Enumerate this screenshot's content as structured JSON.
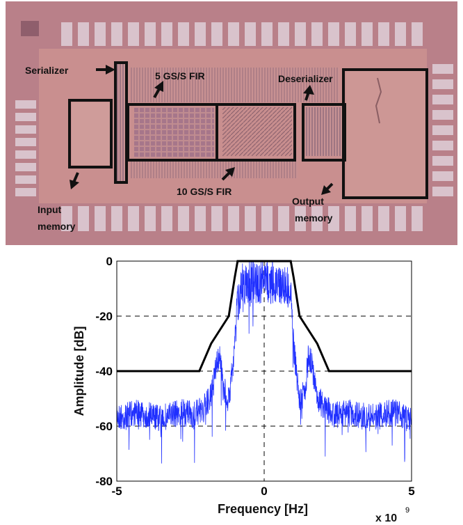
{
  "chip": {
    "labels": {
      "serializer": "Serializer",
      "fir5": "5 GS/S FIR",
      "deserializer": "Deserializer",
      "fir10": "10 GS/S FIR",
      "input_line1": "Input",
      "input_line2": "memory",
      "output_line1": "Output",
      "output_line2": "memory"
    },
    "colors": {
      "die": "#c98f8f",
      "pad_ring": "#b07c84",
      "pad": "#d9c3cc",
      "outline": "#111111"
    }
  },
  "chart_data": {
    "type": "line",
    "title": "",
    "xlabel": "Frequency [Hz]",
    "ylabel": "Amplitude [dB]",
    "x_multiplier": "x 10",
    "x_multiplier_exp": "9",
    "xlim": [
      -5,
      5
    ],
    "ylim": [
      -80,
      0
    ],
    "xticks": [
      -5,
      0,
      5
    ],
    "yticks": [
      0,
      -20,
      -40,
      -60,
      -80
    ],
    "grid": "dashed",
    "series": [
      {
        "role": "spectrum",
        "color": "#1f2fff",
        "x": [
          -5.0,
          -4.8,
          -4.4,
          -4.0,
          -3.6,
          -3.2,
          -2.8,
          -2.4,
          -2.0,
          -1.8,
          -1.6,
          -1.5,
          -1.4,
          -1.2,
          -1.0,
          -0.9,
          -0.8,
          -0.6,
          -0.4,
          -0.2,
          0.0,
          0.2,
          0.4,
          0.6,
          0.8,
          0.9,
          1.0,
          1.2,
          1.4,
          1.5,
          1.6,
          1.8,
          2.0,
          2.4,
          2.8,
          3.2,
          3.6,
          4.0,
          4.4,
          4.8,
          5.0
        ],
        "y": [
          -55,
          -56,
          -54,
          -55,
          -56,
          -55,
          -54,
          -55,
          -52,
          -48,
          -36,
          -33,
          -45,
          -50,
          -30,
          -10,
          -3,
          -2,
          -1,
          -2,
          -1,
          -2,
          -1,
          -2,
          -3,
          -10,
          -30,
          -50,
          -45,
          -33,
          -36,
          -48,
          -52,
          -55,
          -54,
          -55,
          -56,
          -55,
          -54,
          -56,
          -55
        ]
      },
      {
        "role": "mask",
        "color": "#000000",
        "x": [
          -5,
          -2.2,
          -1.8,
          -1.2,
          -1.0,
          -0.9,
          0.9,
          1.0,
          1.2,
          1.8,
          2.2,
          5
        ],
        "y": [
          -40,
          -40,
          -30,
          -20,
          -6,
          0,
          0,
          -6,
          -20,
          -30,
          -40,
          -40
        ]
      }
    ]
  }
}
